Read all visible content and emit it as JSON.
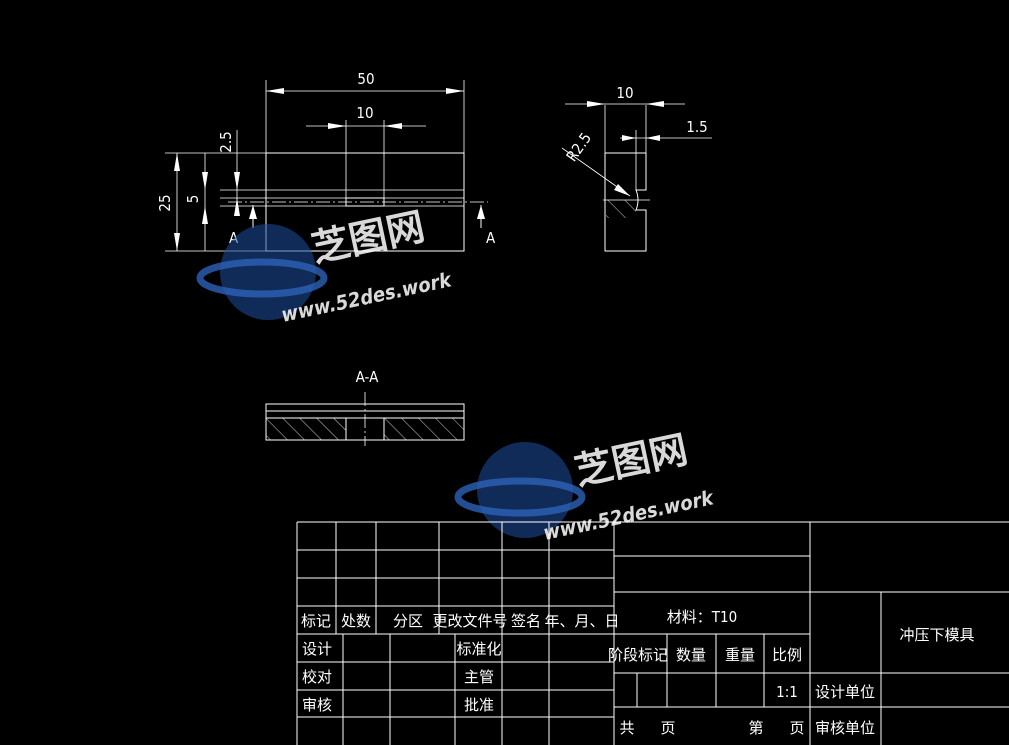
{
  "dimensions": {
    "overall_width": "50",
    "slot_width": "10",
    "top_offset": "2.5",
    "slot_height": "5",
    "overall_height": "25",
    "side_width": "10",
    "groove_depth": "1.5",
    "radius": "R2.5"
  },
  "section_markers": {
    "left": "A",
    "right": "A"
  },
  "section_title": "A-A",
  "watermark": {
    "brand": "芝图网",
    "url": "www.52des.work"
  },
  "title_block": {
    "rev_headers": [
      "标记",
      "处数",
      "分区",
      "更改文件号",
      "签名",
      "年、月、日"
    ],
    "sign_labels": {
      "design": "设计",
      "check": "校对",
      "review": "审核",
      "standard": "标准化",
      "chief": "主管",
      "approve": "批准"
    },
    "material": "材料：T10",
    "stage_headers": [
      "阶段标记",
      "数量",
      "重量",
      "比例"
    ],
    "scale": "1:1",
    "design_unit": "设计单位",
    "review_unit": "审核单位",
    "sheet_total": "共",
    "sheet_word": "页",
    "sheet_no": "第",
    "sheet_word2": "页",
    "part_name": "冲压下模具"
  }
}
